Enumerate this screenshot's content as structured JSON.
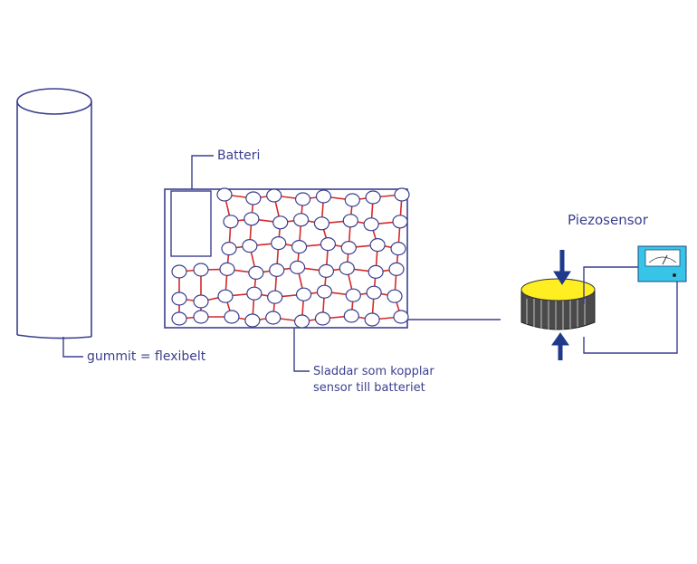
{
  "labels": {
    "battery": "Batteri",
    "rubber": "gummit = flexibelt",
    "wires_line1": "Sladdar som kopplar",
    "wires_line2": "sensor till batteriet",
    "piezo": "Piezosensor"
  },
  "colors": {
    "ink": "#3b3f8f",
    "wire": "#d42a2a",
    "piezo_top": "#ffee22",
    "piezo_body": "#4a4a4a",
    "arrow": "#1f3a8c",
    "meter": "#38c4e6"
  },
  "icons": {
    "meter": "voltmeter-icon",
    "arrow_down": "arrow-down-icon",
    "arrow_up": "arrow-up-icon"
  }
}
